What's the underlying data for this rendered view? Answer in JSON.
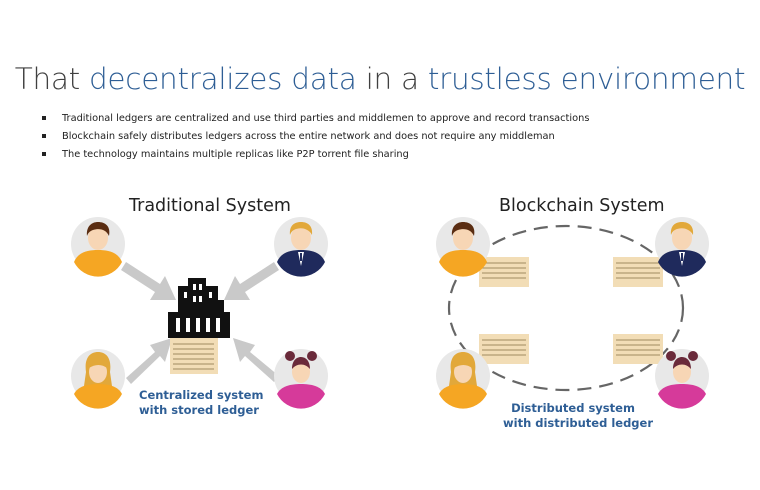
{
  "title": {
    "part1": "That ",
    "highlight1": "decentralizes data",
    "part2": " in a ",
    "highlight2": "trustless environment"
  },
  "bullets": [
    "Traditional ledgers are centralized and use third parties and middlemen to approve and record transactions",
    "Blockchain safely distributes ledgers across the entire network and does not require any middleman",
    "The technology maintains multiple replicas like P2P torrent file sharing"
  ],
  "traditional": {
    "heading": "Traditional System",
    "caption_line1": "Centralized system",
    "caption_line2": "with stored ledger"
  },
  "blockchain": {
    "heading": "Blockchain System",
    "caption_line1": "Distributed system",
    "caption_line2": "with distributed ledger"
  },
  "colors": {
    "accent_blue": "#2E5E95",
    "title_gray": "#404040",
    "circle_fill": "#E8E8E8",
    "arrow_gray": "#C9C9C9",
    "ledger_tan": "#F2DDB6",
    "shirt_orange": "#F5A623",
    "shirt_pink": "#D63A9A",
    "suit_navy": "#1F2A5C"
  },
  "icons": [
    "person-icon",
    "building-icon",
    "ledger-icon",
    "arrow-icon"
  ]
}
